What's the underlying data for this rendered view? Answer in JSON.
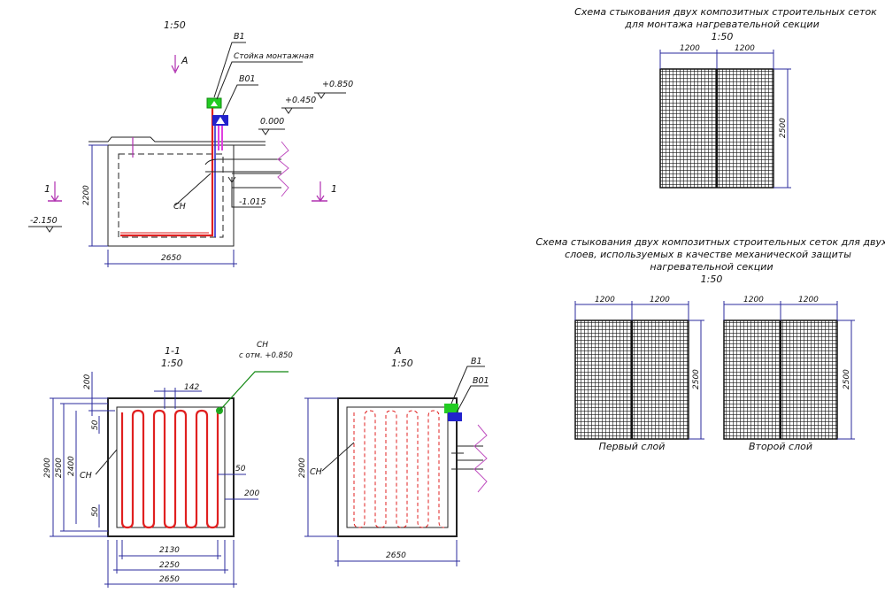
{
  "view_plan": {
    "scale": "1:50",
    "view_arrow_letter": "A",
    "section_marker_left": "1",
    "section_marker_right": "1",
    "label_b1": "B1",
    "label_stand": "Стойка монтажная",
    "label_b01": "B01",
    "label_sn": "СН",
    "elev_top": "+0.850",
    "elev_mid": "+0.450",
    "elev_zero": "0.000",
    "elev_bottom": "-2.150",
    "elev_pipe": "-1.015",
    "dim_height": "2200",
    "dim_width": "2650"
  },
  "section_1_1": {
    "title": "1-1",
    "scale": "1:50",
    "label_sn": "СН",
    "callout_sn": "СН",
    "callout_sn_note": "с отм. +0.850",
    "dim_200_top": "200",
    "dim_142": "142",
    "dim_50_left_top": "50",
    "dim_50_left_bottom": "50",
    "dim_2900": "2900",
    "dim_2500": "2500",
    "dim_2400": "2400",
    "dim_50_right": "50",
    "dim_200_right": "200",
    "dim_2130": "2130",
    "dim_2250": "2250",
    "dim_2650": "2650"
  },
  "view_A": {
    "title": "A",
    "scale": "1:50",
    "label_b1": "B1",
    "label_b01": "B01",
    "label_sn": "СН",
    "dim_2900": "2900",
    "dim_2650": "2650"
  },
  "scheme_1": {
    "title_line1": "Схема стыкования двух композитных строительных сеток",
    "title_line2": "для монтажа нагревательной секции",
    "scale": "1:50",
    "dim_left": "1200",
    "dim_right": "1200",
    "dim_height": "2500"
  },
  "scheme_2": {
    "title_line1": "Схема стыкования двух композитных строительных сеток для двух",
    "title_line2": "слоев, используемых в качестве механической защиты",
    "title_line3": "нагревательной секции",
    "scale": "1:50",
    "layer1": {
      "dim_left": "1200",
      "dim_right": "1200",
      "dim_height": "2500",
      "caption": "Первый слой"
    },
    "layer2": {
      "dim_left": "1200",
      "dim_right": "1200",
      "dim_height": "2500",
      "caption": "Второй слой"
    }
  },
  "colors": {
    "heating_cable": "#e02020",
    "dimension": "#2b2b9e",
    "riser": "#e040e0",
    "marker_green": "#22cc22",
    "marker_blue": "#2222cc",
    "section_marker": "#b030b0"
  }
}
